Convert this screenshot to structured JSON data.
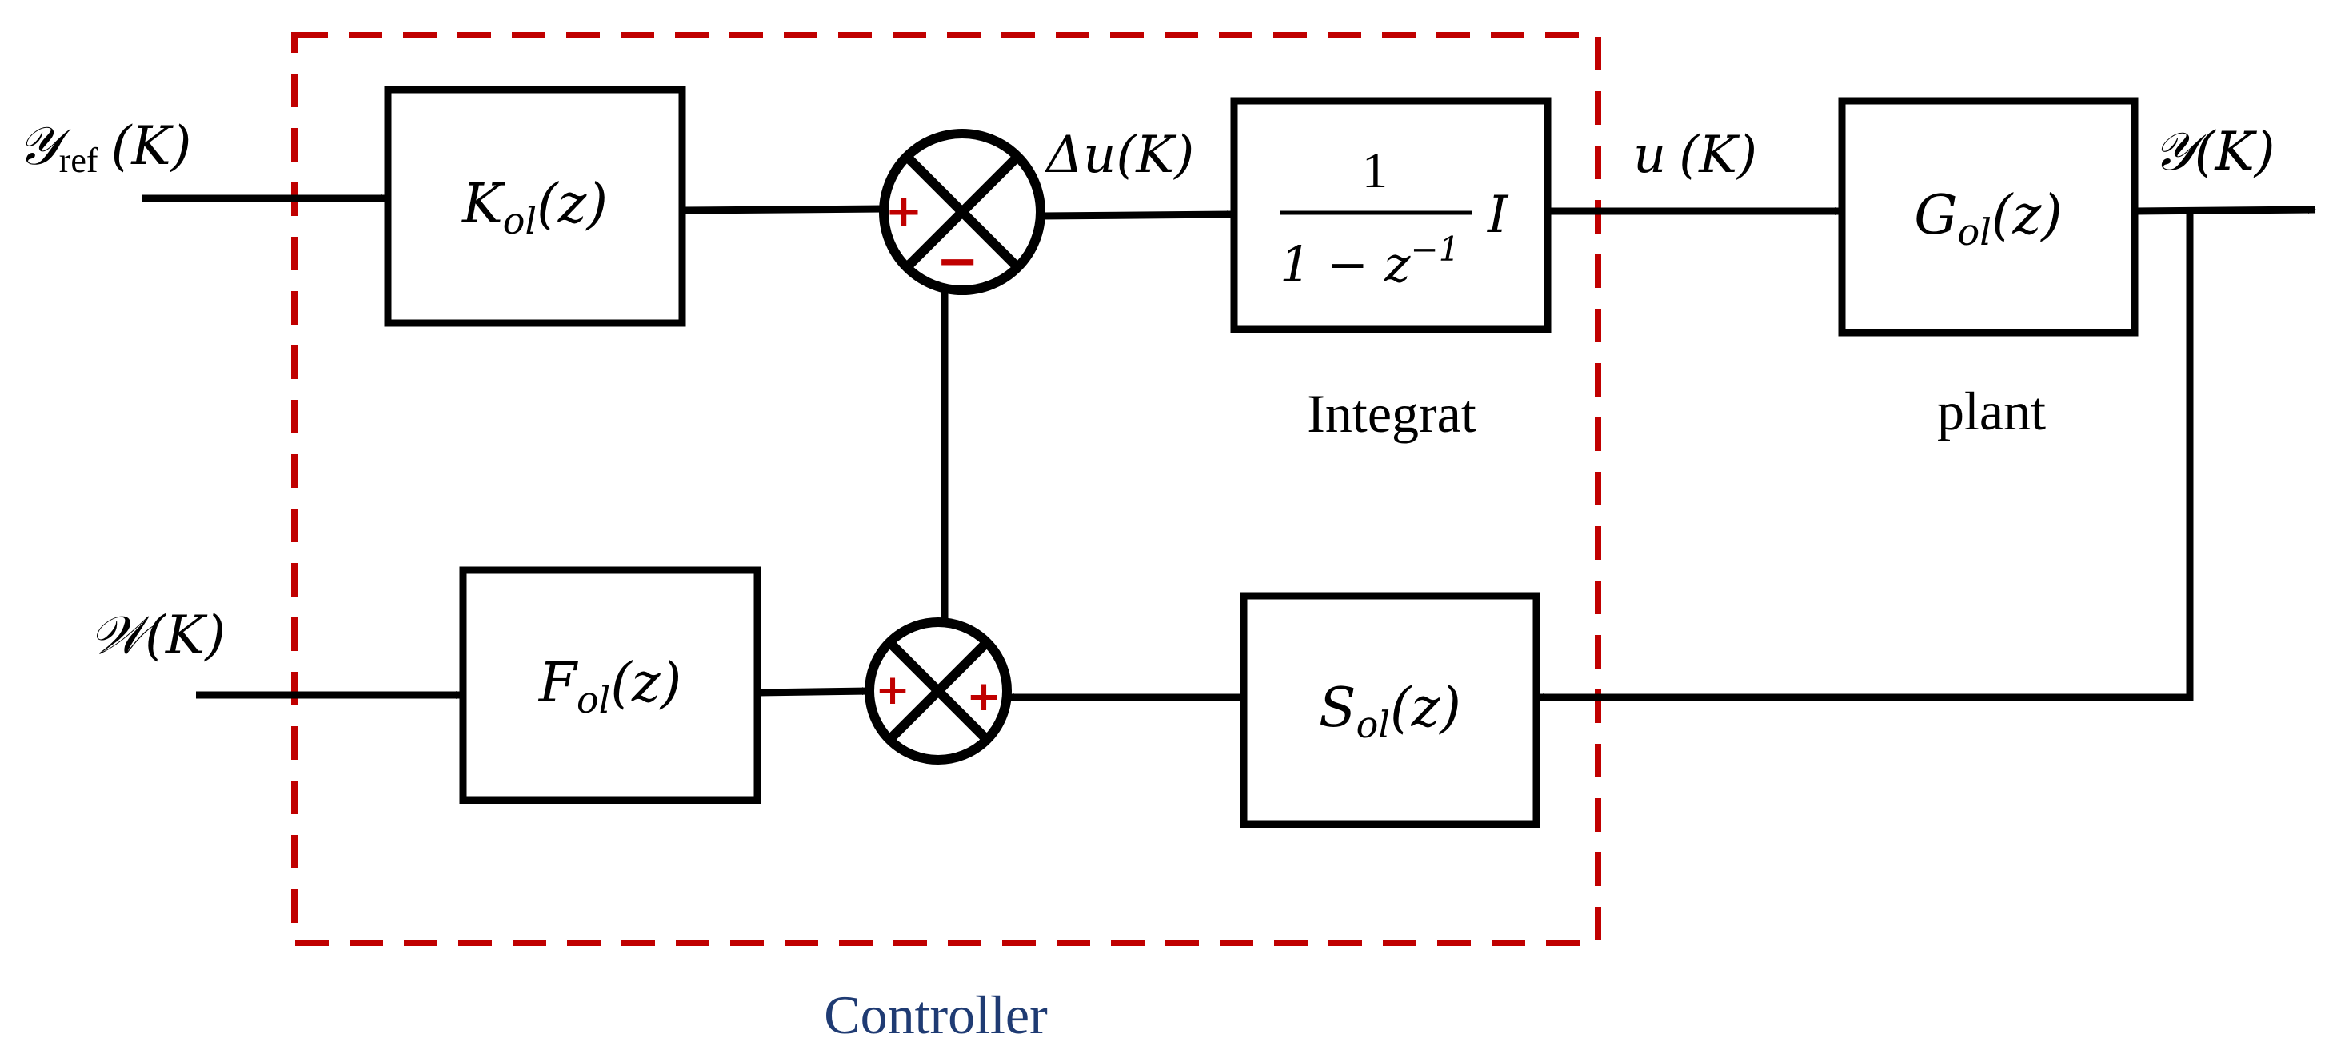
{
  "colors": {
    "stroke": "#000000",
    "controller_border": "#c00000",
    "controller_label": "#1f3b73",
    "sign": "#c00000"
  },
  "signals": {
    "y_ref": {
      "main": "𝒴",
      "sub": "ref",
      "arg": "(K)"
    },
    "w": {
      "main": "𝒲",
      "arg": "(K)"
    },
    "delta_u": {
      "main": "Δu",
      "arg": "(K)"
    },
    "u": {
      "main": "u",
      "arg": "(K)"
    },
    "y": {
      "main": "𝒴",
      "arg": "(K)"
    }
  },
  "blocks": {
    "k": {
      "main": "K",
      "sub": "ol",
      "arg": "(z)"
    },
    "f": {
      "main": "F",
      "sub": "ol",
      "arg": "(z)"
    },
    "s": {
      "main": "S",
      "sub": "ol",
      "arg": "(z)"
    },
    "g": {
      "main": "G",
      "sub": "ol",
      "arg": "(z)"
    },
    "integrator": {
      "numerator": "1",
      "denominator_base": "1 − z",
      "denominator_exp": "−1",
      "suffix": "I"
    }
  },
  "captions": {
    "integrator": "Integrat",
    "plant": "plant",
    "controller": "Controller"
  },
  "summing_signs": {
    "top_left": "+",
    "top_bottom": "−",
    "bottom_left": "+",
    "bottom_right": "+"
  }
}
